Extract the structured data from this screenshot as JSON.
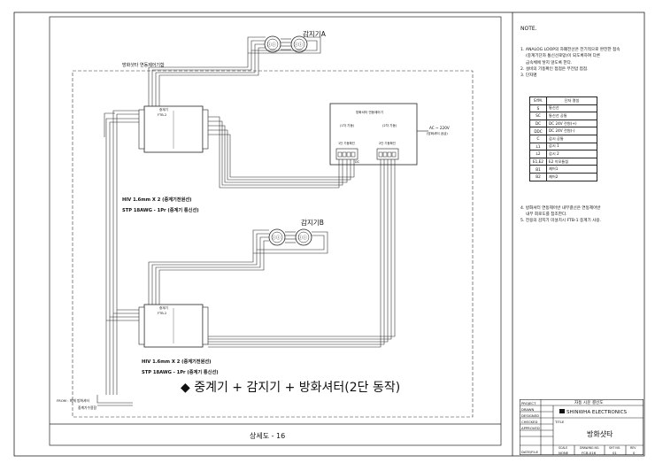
{
  "diagram": {
    "area_label": "방화샷타 연동제어기함",
    "sensor_a_label": "감지기A",
    "sensor_b_label": "감지기B",
    "repeater_1": {
      "title": "중계기",
      "model": "FTB-2"
    },
    "repeater_2": {
      "title": "중계기",
      "model": "FTB-2"
    },
    "controller": {
      "title": "방화셔터 연동제어기",
      "stage1": "(1차 기동)",
      "stage2": "(2차 기동)",
      "stage1_relay": "1단 기동확인",
      "stage2_relay": "2단 기동확인",
      "power": "AC ~ 220V",
      "power_sub": "(방화셔터 공급)",
      "terminal_label": "DC"
    },
    "wire_spec_1": {
      "line1": "HIV 1.6mm X 2 (중계기전원선)",
      "line2": "STP 18AWG - 1Pr (중계기 통신선)"
    },
    "wire_spec_2": {
      "line1": "HIV 1.6mm X 2 (중계기전원선)",
      "line2": "STP 18AWG - 1Pr (중계기 통신선)"
    },
    "source_label": "FROM : 화재 방화셔터",
    "source_sub": "중계기수용함",
    "caption": "◆ 중계기 + 감지기 + 방화셔터(2단 동작)",
    "sheet_title": "상세도 - 16"
  },
  "notes": {
    "title": "NOTE.",
    "items": [
      "1. ANALOG LOOP의 차폐전선은 전기적으로 완전한 접속",
      "(중계기단자 통신선로망)이 되도록하여 다른",
      "금속체에 닿지 않도록 한다.",
      "2. 설비의 기동확인 접점은 무전압 접점.",
      "3. 단자명"
    ],
    "items_after": [
      "4. 방화셔터 연동제어반 내부결선은 연동제어반",
      "내부 회로도를 참조한다.",
      "5. 전용의 감지기 미설치시 FTB-1 중계기 사용."
    ]
  },
  "legend": {
    "headers": [
      "SYM.",
      "단자 명칭"
    ],
    "rows": [
      [
        "S",
        "통신선"
      ],
      [
        "SC",
        "통신선 공통"
      ],
      [
        "DC",
        "DC 24V 전원(+)"
      ],
      [
        "DDC",
        "DC 24V 전원(-)"
      ],
      [
        "C",
        "감시 공통"
      ],
      [
        "L1",
        "감시 1"
      ],
      [
        "L2",
        "감시 2"
      ],
      [
        "E1,E2",
        "E2 이모듈점"
      ],
      [
        "B1",
        "제어1"
      ],
      [
        "B2",
        "제어2"
      ]
    ]
  },
  "title_block": {
    "project_label": "PROJECT",
    "project": "자동 시운 결선도",
    "drawn_label": "DRAWN",
    "designed_label": "DESIGNED",
    "checked_label": "CHECKED",
    "approved_label": "APPROVED",
    "company": "SHINWHA ELECTRONICS",
    "title_label": "TITLE",
    "title": "방화샷타",
    "scale_label": "SCALE",
    "scale": "NONE",
    "drawing_no_label": "DRAWING NO.",
    "drawing_no": "FCB-016",
    "sht_label": "SHT NO.",
    "sht": "01",
    "rev_label": "REV",
    "rev": "0",
    "date_label": "DATE/FILE"
  }
}
